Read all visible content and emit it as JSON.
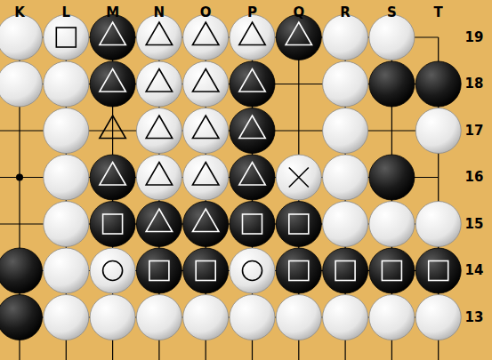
{
  "diagram": {
    "labels": [
      "K",
      "L",
      "M",
      "N",
      "O",
      "P",
      "Q",
      "R",
      "S",
      "T",
      "19",
      "18",
      "17",
      "16",
      "15",
      "14",
      "13"
    ]
  }
}
